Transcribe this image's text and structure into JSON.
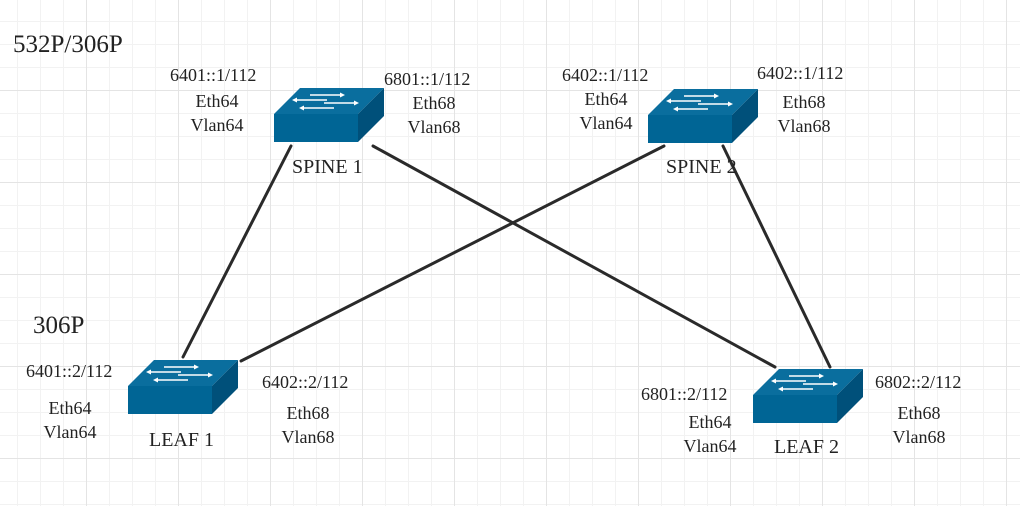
{
  "labels": {
    "group_top": "532P/306P",
    "group_bottom": "306P"
  },
  "colors": {
    "switch_front": "#006595",
    "switch_top": "#0a6e9e",
    "switch_side": "#00507a",
    "arrow": "#ffffff",
    "link": "#2a2a2a"
  },
  "icons": {
    "switch": "network-switch-icon"
  },
  "nodes": {
    "spine1": {
      "name": "SPINE 1",
      "left": {
        "addr": "6401::1/112",
        "eth": "Eth64",
        "vlan": "Vlan64"
      },
      "right": {
        "addr": "6801::1/112",
        "eth": "Eth68",
        "vlan": "Vlan68"
      }
    },
    "spine2": {
      "name": "SPINE 2",
      "left": {
        "addr": "6402::1/112",
        "eth": "Eth64",
        "vlan": "Vlan64"
      },
      "right": {
        "addr": "6402::1/112",
        "eth": "Eth68",
        "vlan": "Vlan68"
      }
    },
    "leaf1": {
      "name": "LEAF 1",
      "left": {
        "addr": "6401::2/112",
        "eth": "Eth64",
        "vlan": "Vlan64"
      },
      "right": {
        "addr": "6402::2/112",
        "eth": "Eth68",
        "vlan": "Vlan68"
      }
    },
    "leaf2": {
      "name": "LEAF 2",
      "left": {
        "addr": "6801::2/112",
        "eth": "Eth64",
        "vlan": "Vlan64"
      },
      "right": {
        "addr": "6802::2/112",
        "eth": "Eth68",
        "vlan": "Vlan68"
      }
    }
  },
  "links": [
    {
      "from": "spine1",
      "to": "leaf1"
    },
    {
      "from": "spine1",
      "to": "leaf2"
    },
    {
      "from": "spine2",
      "to": "leaf1"
    },
    {
      "from": "spine2",
      "to": "leaf2"
    }
  ]
}
